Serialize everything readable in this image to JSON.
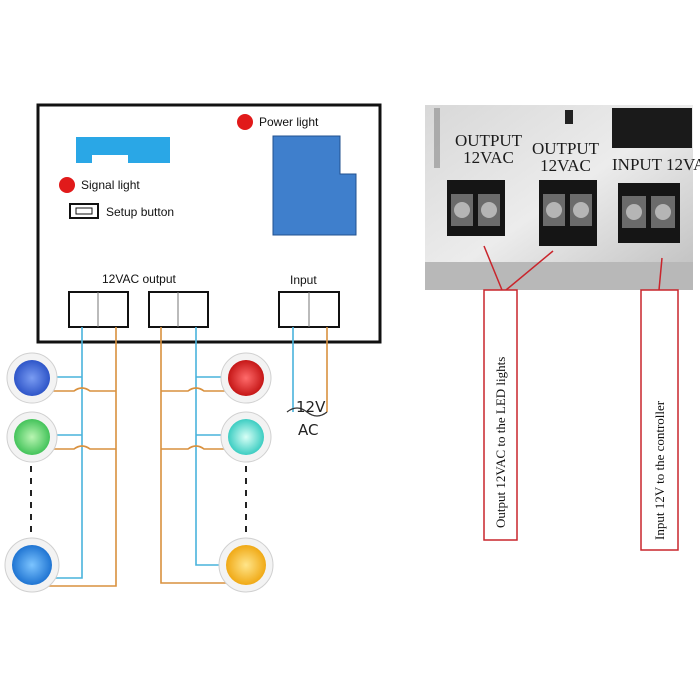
{
  "controller": {
    "power_light": "Power light",
    "signal_light": "Signal light",
    "setup_button": "Setup button",
    "output_label": "12VAC output",
    "input_label": "Input"
  },
  "supply": {
    "voltage": "12V",
    "type": "AC"
  },
  "photo": {
    "output1_line1": "OUTPUT",
    "output1_line2": "12VAC",
    "output2_line1": "OUTPUT",
    "output2_line2": "12VAC",
    "input_line1": "INPUT  12VA",
    "callout_output": "Output 12VAC to the LED lights",
    "callout_input": "Input 12V to the controller"
  },
  "colors": {
    "signal_red": "#e11a1a",
    "block_blue": "#3f7fcc",
    "cyan_shape": "#2aa7e6",
    "wire_blue": "#49b3dc",
    "wire_orange": "#d9913e",
    "callout_red": "#c9252c"
  },
  "lights": [
    {
      "name": "light-blue-top",
      "color": "#2f5fd0"
    },
    {
      "name": "light-green-left",
      "color": "#55d26a"
    },
    {
      "name": "light-blue-bottom",
      "color": "#2a85d8"
    },
    {
      "name": "light-red",
      "color": "#d92020"
    },
    {
      "name": "light-cyan",
      "color": "#5fd7cf"
    },
    {
      "name": "light-yellow",
      "color": "#f4c12a"
    }
  ]
}
